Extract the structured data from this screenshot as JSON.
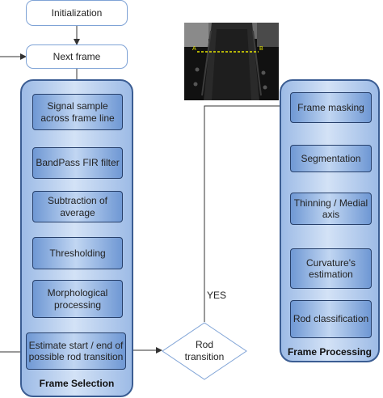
{
  "nodes": {
    "initialization": "Initialization",
    "next_frame": "Next frame",
    "signal_sample": "Signal sample across frame line",
    "bandpass": "BandPass FIR filter",
    "subtraction": "Subtraction of average",
    "thresholding": "Thresholding",
    "morphological": "Morphological processing",
    "estimate": "Estimate start / end of possible rod transition",
    "rod_transition": "Rod transition",
    "frame_masking": "Frame masking",
    "segmentation": "Segmentation",
    "thinning": "Thinning / Medial axis",
    "curvature": "Curvature's estimation",
    "rod_classification": "Rod classification"
  },
  "groups": {
    "frame_selection": "Frame Selection",
    "frame_processing": "Frame Processing"
  },
  "edge_labels": {
    "yes": "YES"
  },
  "photo_labels": {
    "a": "A",
    "b": "B"
  },
  "colors": {
    "box_fill": "#6f98d4",
    "group_fill": "#9dbbe6",
    "border": "#27406b",
    "plain_border": "#7fa3d6",
    "arrow": "#333333",
    "dashed_line": "#e6e600"
  }
}
